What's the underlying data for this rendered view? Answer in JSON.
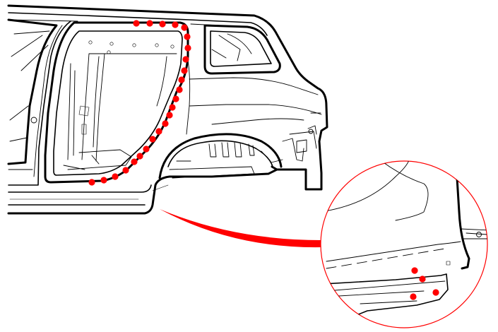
{
  "diagram": {
    "subject": "rear-side-body-panel-weld-points",
    "colors": {
      "outline": "#000000",
      "weld_point": "#ff0000",
      "callout": "#ff0000",
      "background": "#ffffff"
    },
    "weld_points": {
      "door_opening_count": 26,
      "detail_count": 4
    }
  }
}
